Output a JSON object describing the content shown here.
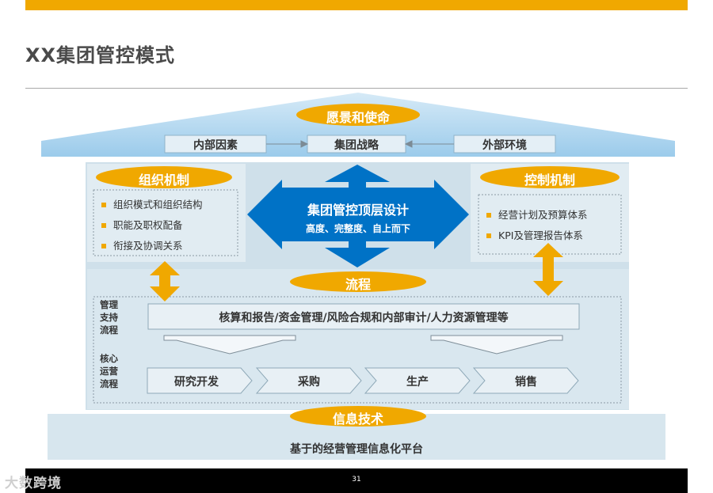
{
  "page_title": "XX集团管控模式",
  "roof": {
    "vision_label": "愿景和使命",
    "internal_label": "内部因素",
    "strategy_label": "集团战略",
    "external_label": "外部环境"
  },
  "org": {
    "title": "组织机制",
    "items": [
      "组织模式和组织结构",
      "职能及职权配备",
      "衔接及协调关系"
    ]
  },
  "center": {
    "title": "集团管控顶层设计",
    "subtitle": "高度、完整度、自上而下"
  },
  "control": {
    "title": "控制机制",
    "items": [
      "经营计划及预算体系",
      "KPI及管理报告体系"
    ]
  },
  "process": {
    "title": "流程",
    "support_label_lines": [
      "管理",
      "支持",
      "流程"
    ],
    "support_text": "核算和报告/资金管理/风险合规和内部审计/人力资源管理等",
    "core_label_lines": [
      "核心",
      "运营",
      "流程"
    ],
    "core_steps": [
      "研究开发",
      "采购",
      "生产",
      "销售"
    ]
  },
  "it": {
    "title": "信息技术",
    "platform_text": "基于的经营管理信息化平台"
  },
  "footer": {
    "page_number": "31",
    "watermark": "大数跨境"
  },
  "colors": {
    "accent_orange": "#F0A800",
    "light_blue": "#9BCBEB",
    "panel_blue": "#D7E6EE",
    "arrow_blue": "#0072C6"
  }
}
